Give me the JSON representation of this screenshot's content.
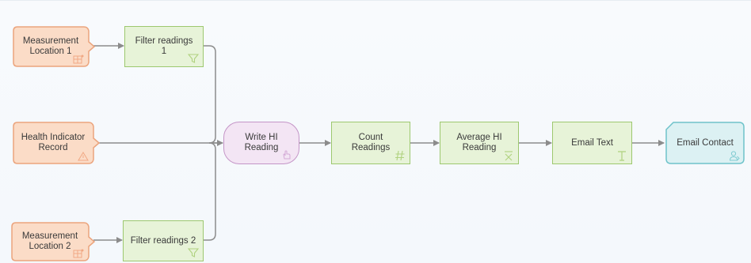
{
  "colors": {
    "source_fill": "#fbdcc7",
    "source_border": "#eba47d",
    "filter_fill": "#e7f3d8",
    "filter_border": "#9dc86f",
    "action_fill": "#f3e5f4",
    "action_border": "#c495c7",
    "contact_fill": "#dcf1f3",
    "contact_border": "#6ec3ca",
    "edge": "#8c8c8c"
  },
  "nodes": {
    "measurement_location_1": {
      "label": "Measurement\nLocation 1",
      "icon": "grid-icon"
    },
    "health_indicator_record": {
      "label": "Health Indicator\nRecord",
      "icon": "warning-triangle-icon"
    },
    "measurement_location_2": {
      "label": "Measurement\nLocation 2",
      "icon": "grid-icon"
    },
    "filter_readings_1": {
      "label": "Filter readings 1",
      "icon": "funnel-icon"
    },
    "filter_readings_2": {
      "label": "Filter readings 2",
      "icon": "funnel-icon"
    },
    "write_hi_reading": {
      "label": "Write HI\nReading",
      "icon": "hand-icon"
    },
    "count_readings": {
      "label": "Count Readings",
      "icon": "hash-icon"
    },
    "average_hi_reading": {
      "label": "Average HI\nReading",
      "icon": "x-bar-icon"
    },
    "email_text": {
      "label": "Email Text",
      "icon": "text-t-icon"
    },
    "email_contact": {
      "label": "Email Contact",
      "icon": "person-icon"
    }
  }
}
